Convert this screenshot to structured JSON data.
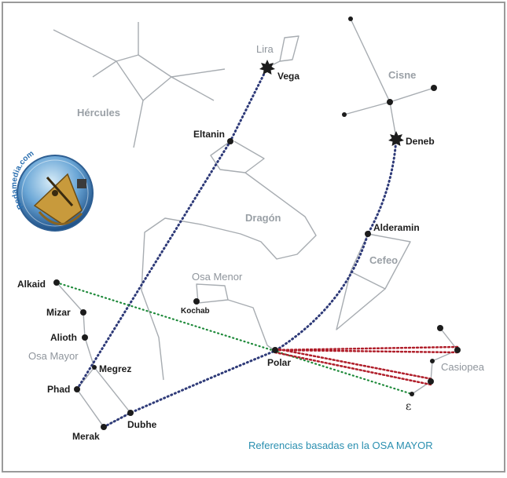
{
  "diagram": {
    "caption": "Referencias basadas en la OSA MAYOR",
    "logo_text": "Rodamedia.com",
    "constellations": {
      "lira": "Lira",
      "hercules": "Hércules",
      "cisne": "Cisne",
      "dragon": "Dragón",
      "osa_menor": "Osa Menor",
      "cefeo": "Cefeo",
      "osa_mayor": "Osa Mayor",
      "casiopea": "Casiopea"
    },
    "stars": {
      "vega": "Vega",
      "eltanin": "Eltanin",
      "deneb": "Deneb",
      "alderamin": "Alderamin",
      "kochab": "Kochab",
      "polar": "Polar",
      "alkaid": "Alkaid",
      "mizar": "Mizar",
      "alioth": "Alioth",
      "megrez": "Megrez",
      "phad": "Phad",
      "merak": "Merak",
      "dubhe": "Dubhe",
      "epsilon": "ε"
    },
    "colors": {
      "frame": "#9a9a9a",
      "constellation_line": "#a7acb1",
      "pointer_line": "#2e3a78",
      "alkaid_line": "#1e8a3a",
      "casiopea_line": "#b01e2a",
      "caption": "#2a8fb0"
    }
  }
}
